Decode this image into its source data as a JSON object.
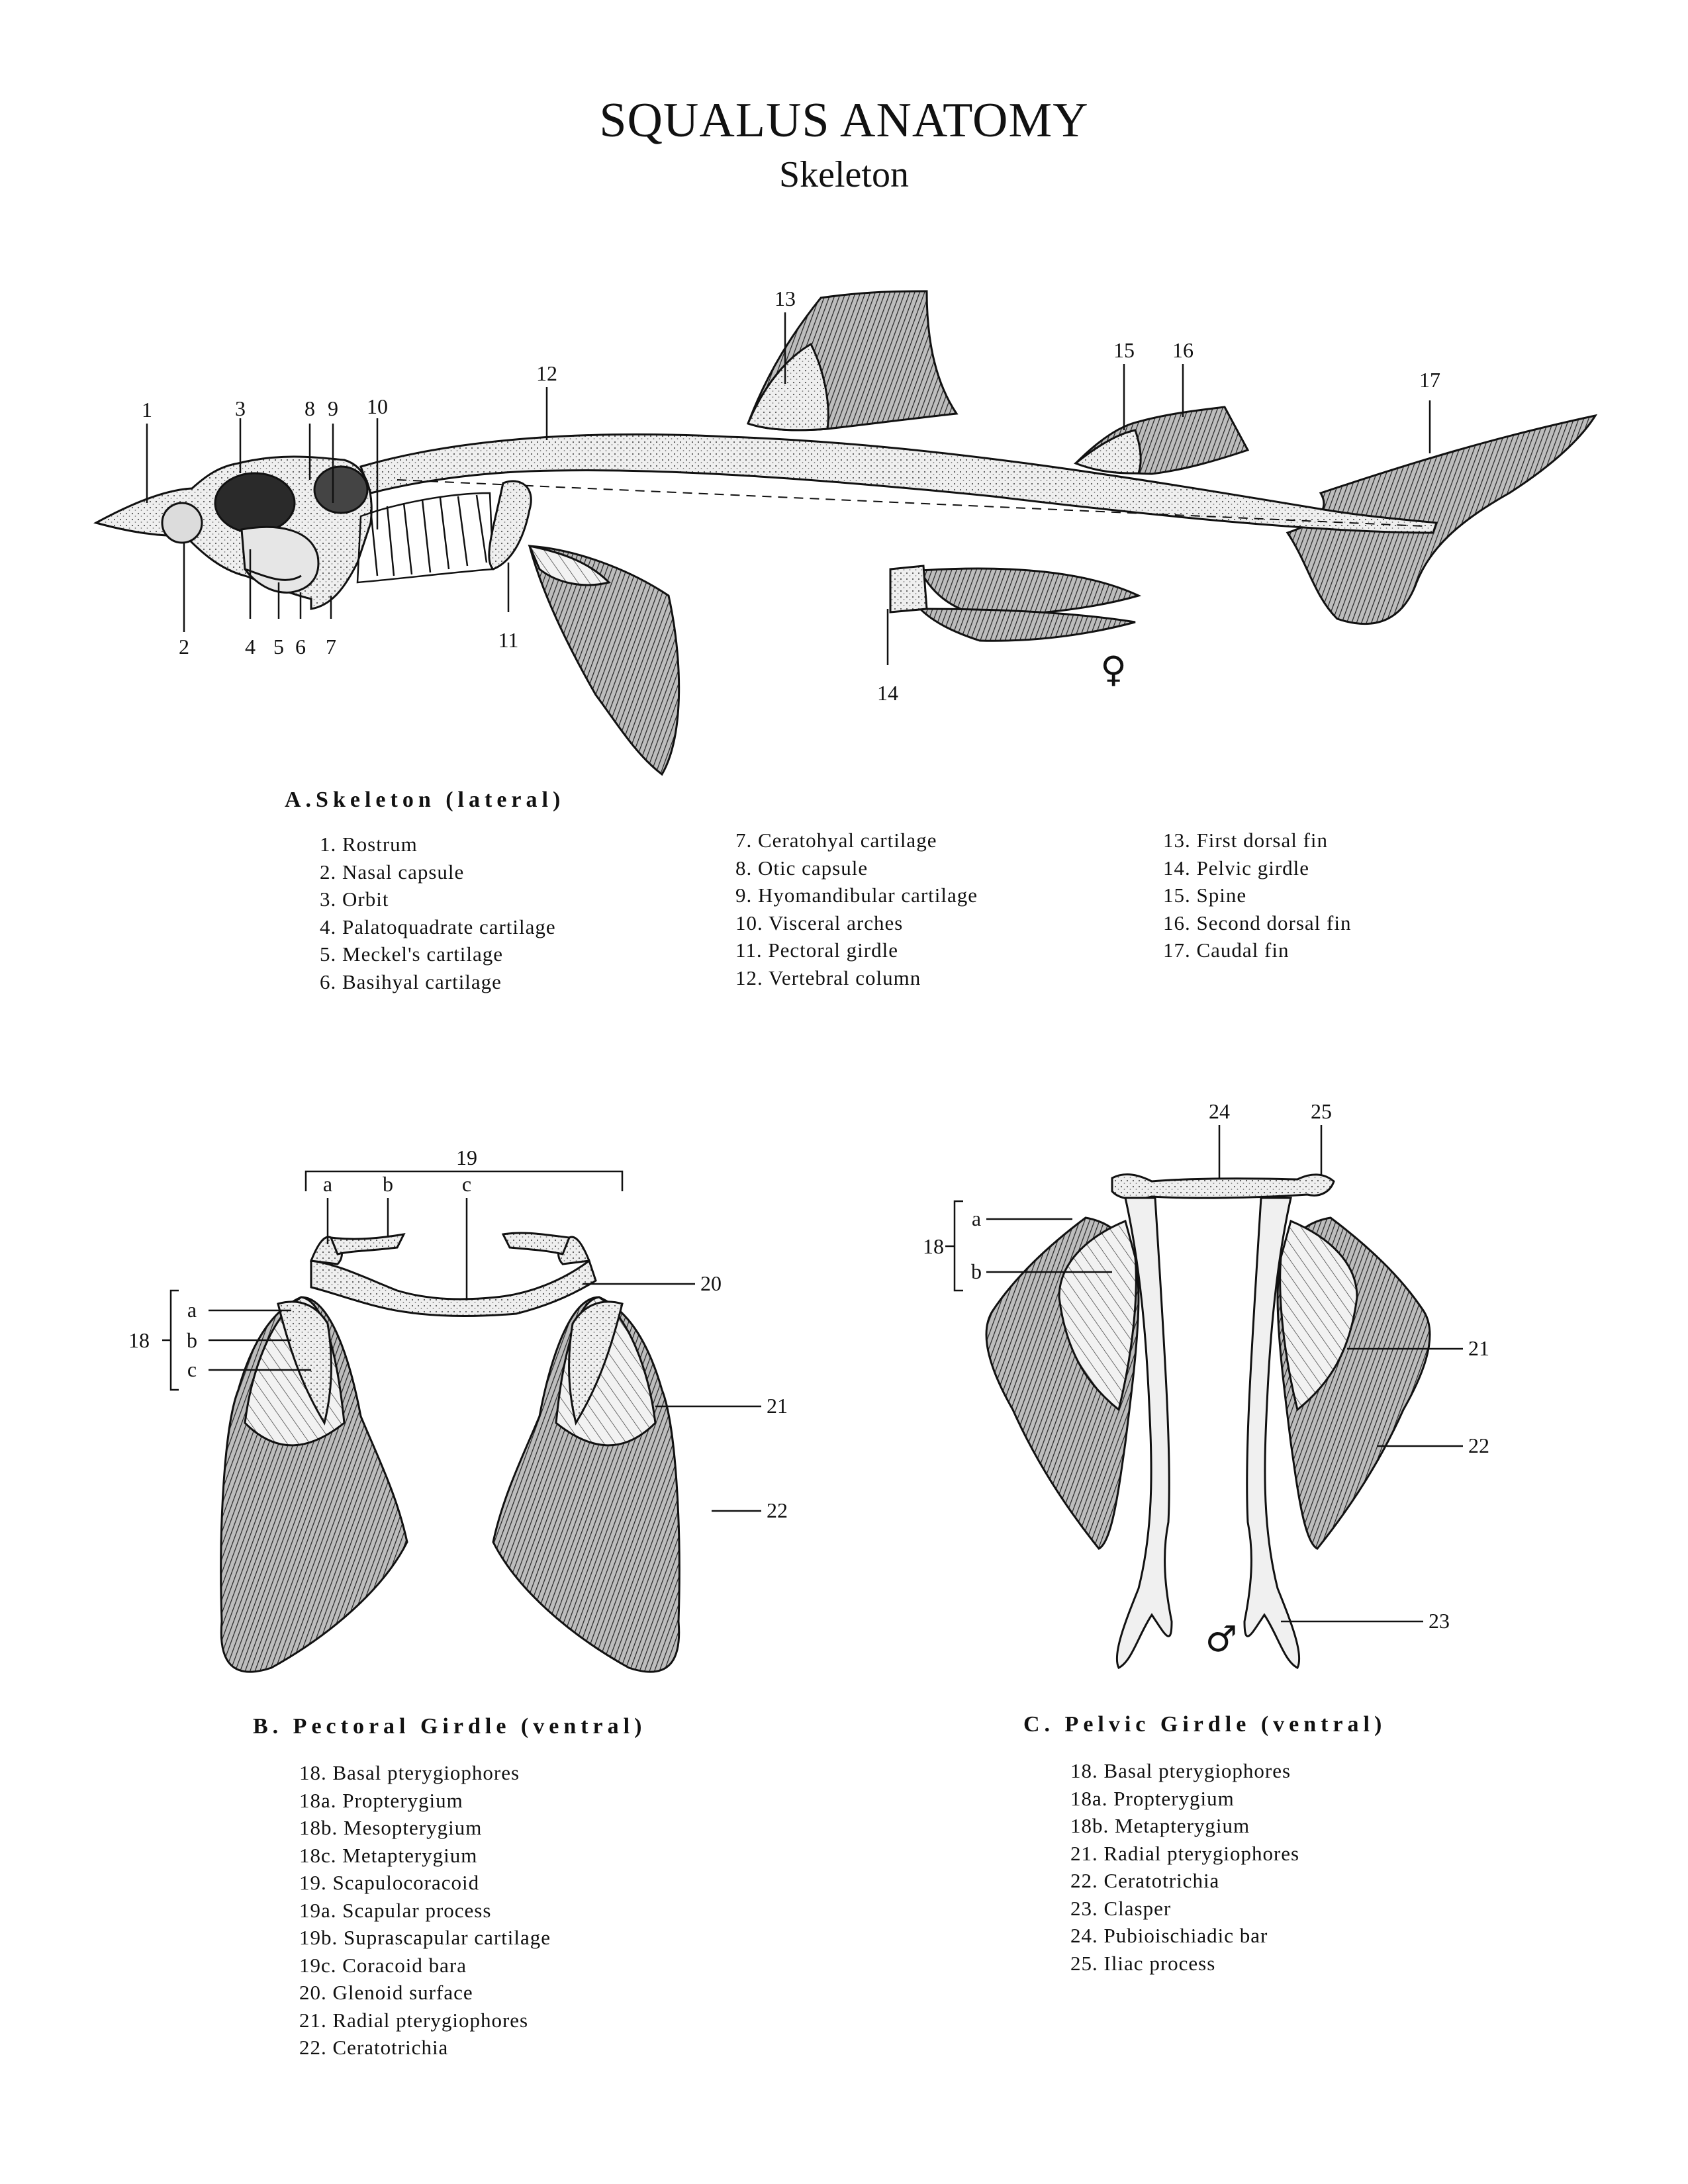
{
  "title": "SQUALUS ANATOMY",
  "subtitle": "Skeleton",
  "sectionA": {
    "title": "A.Skeleton (lateral)",
    "labels": [
      "1",
      "2",
      "3",
      "4",
      "5",
      "6",
      "7",
      "8",
      "9",
      "10",
      "11",
      "12",
      "13",
      "14",
      "15",
      "16",
      "17"
    ],
    "female_symbol": "♀",
    "legend_col1": [
      "1. Rostrum",
      "2. Nasal capsule",
      "3. Orbit",
      "4. Palatoquadrate cartilage",
      "5. Meckel's cartilage",
      "6. Basihyal cartilage"
    ],
    "legend_col2": [
      "7. Ceratohyal cartilage",
      "8. Otic capsule",
      "9. Hyomandibular cartilage",
      "10. Visceral arches",
      "11. Pectoral girdle",
      "12. Vertebral column"
    ],
    "legend_col3": [
      "13. First dorsal fin",
      "14. Pelvic girdle",
      "15. Spine",
      "16. Second dorsal fin",
      "17. Caudal fin"
    ]
  },
  "sectionB": {
    "title": "B. Pectoral Girdle (ventral)",
    "labels": {
      "n19": "19",
      "a19": "a",
      "b19": "b",
      "c19": "c",
      "n18": "18",
      "a18": "a",
      "b18": "b",
      "c18": "c",
      "n20": "20",
      "n21": "21",
      "n22": "22"
    },
    "legend": [
      "18. Basal pterygiophores",
      "18a. Propterygium",
      "18b. Mesopterygium",
      "18c. Metapterygium",
      "19. Scapulocoracoid",
      "19a. Scapular process",
      "19b. Suprascapular cartilage",
      "19c. Coracoid bara",
      "20. Glenoid surface",
      "21. Radial pterygiophores",
      "22. Ceratotrichia"
    ]
  },
  "sectionC": {
    "title": "C. Pelvic Girdle (ventral)",
    "labels": {
      "n24": "24",
      "n25": "25",
      "n18": "18",
      "a18": "a",
      "b18": "b",
      "n21": "21",
      "n22": "22",
      "n23": "23"
    },
    "male_symbol": "♂",
    "legend": [
      "18. Basal pterygiophores",
      "18a. Propterygium",
      "18b. Metapterygium",
      "21. Radial pterygiophores",
      "22. Ceratotrichia",
      "23. Clasper",
      "24. Pubioischiadic bar",
      "25. Iliac process"
    ]
  },
  "colors": {
    "ink": "#111111",
    "fin_fill": "#8a8a8a",
    "bone_fill": "#f4f4f4"
  }
}
